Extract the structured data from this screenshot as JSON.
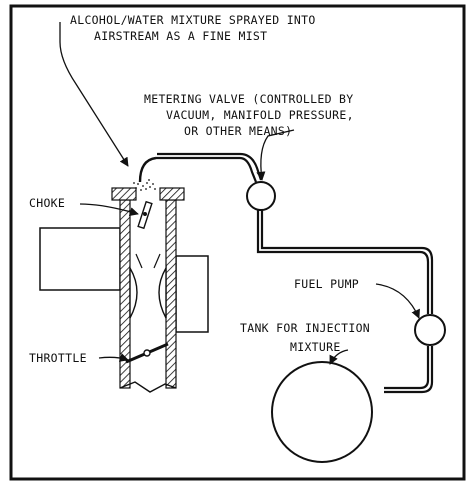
{
  "labels": {
    "mist_line1": "ALCOHOL/WATER MIXTURE SPRAYED INTO",
    "mist_line2": "AIRSTREAM AS A FINE MIST",
    "valve_line1": "METERING VALVE (CONTROLLED BY",
    "valve_line2": "VACUUM, MANIFOLD PRESSURE,",
    "valve_line3": "OR OTHER MEANS)",
    "choke": "CHOKE",
    "throttle": "THROTTLE",
    "fuel_pump": "FUEL PUMP",
    "tank_line1": "TANK FOR INJECTION",
    "tank_line2": "MIXTURE"
  }
}
